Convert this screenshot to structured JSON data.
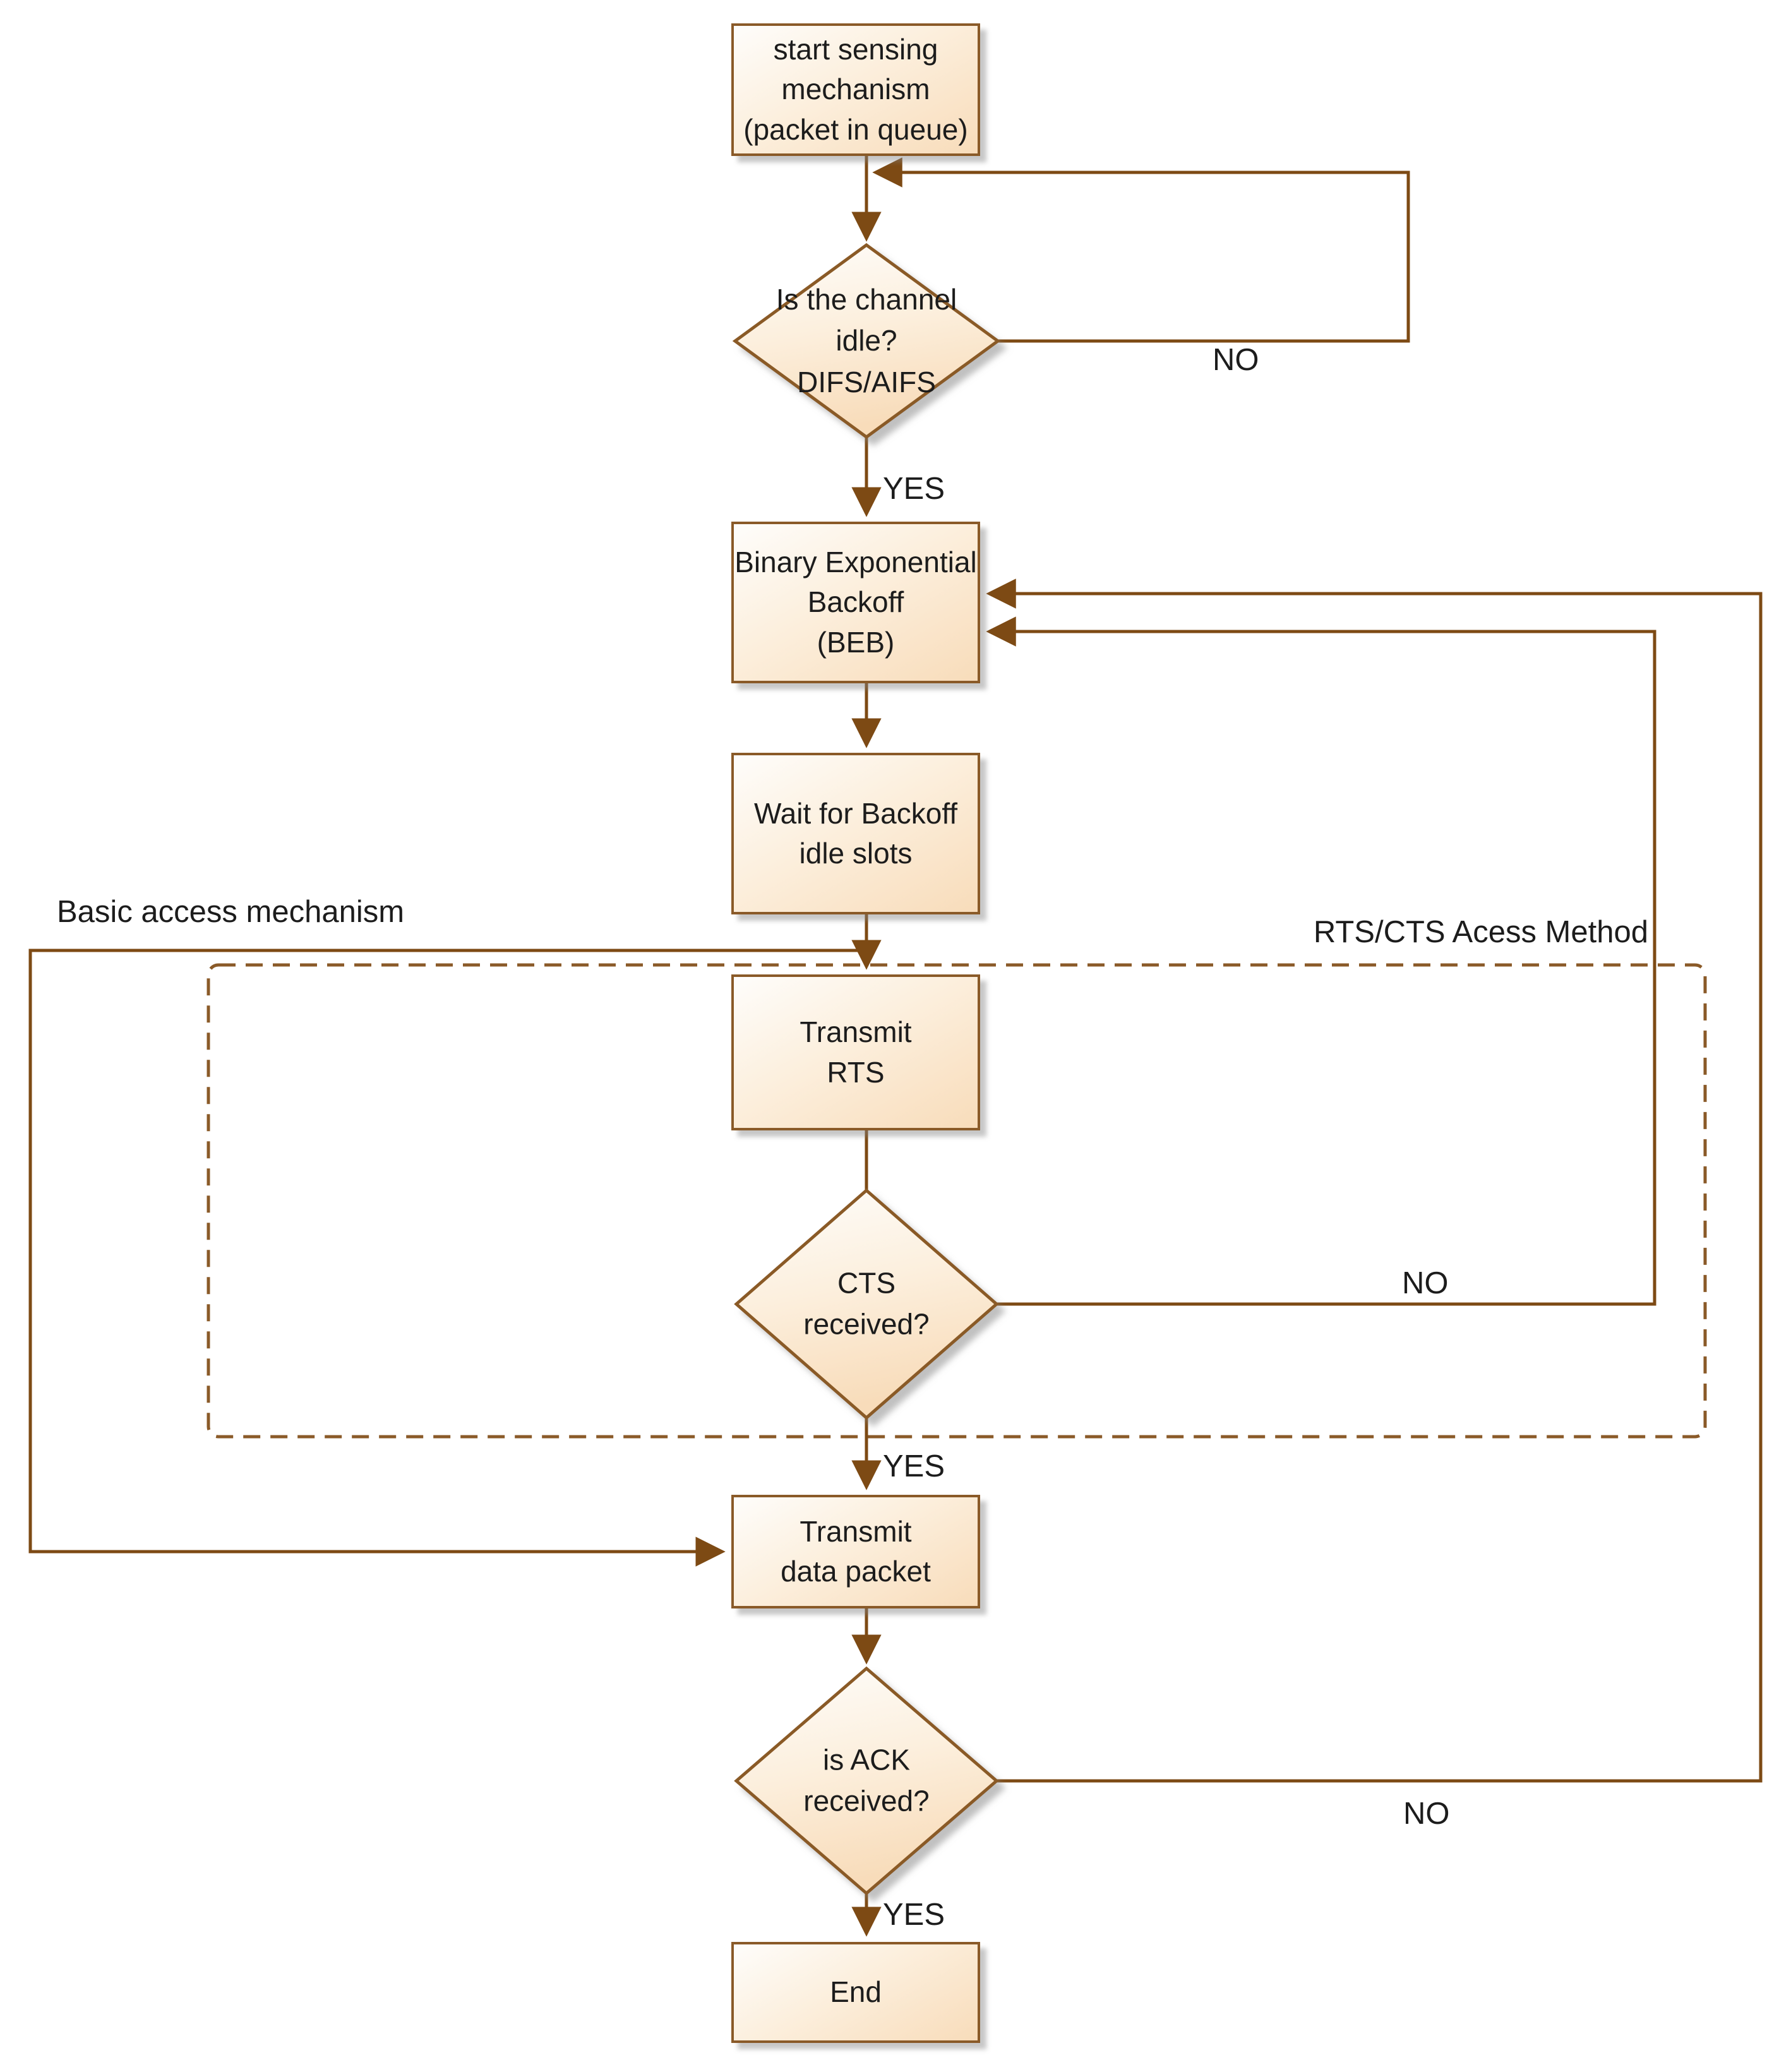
{
  "diagram": {
    "colors": {
      "node_fill_light": "#fdf8f0",
      "node_fill_dark": "#f8dcba",
      "node_border": "#8a5a28",
      "connector": "#7d4a14",
      "text": "#1c1c1c"
    },
    "nodes": {
      "start": {
        "label": "start sensing\nmechanism\n(packet in queue)",
        "type": "process"
      },
      "channel_idle": {
        "label": "Is the channel\nidle?\nDIFS/AIFS",
        "type": "decision"
      },
      "beb": {
        "label": "Binary Exponential\nBackoff\n(BEB)",
        "type": "process"
      },
      "wait_backoff": {
        "label": "Wait for Backoff\nidle slots",
        "type": "process"
      },
      "transmit_rts": {
        "label": "Transmit\nRTS",
        "type": "process"
      },
      "cts_received": {
        "label": "CTS\nreceived?",
        "type": "decision"
      },
      "transmit_data": {
        "label": "Transmit\ndata packet",
        "type": "process"
      },
      "ack_received": {
        "label": "is ACK\nreceived?",
        "type": "decision"
      },
      "end": {
        "label": "End",
        "type": "process"
      }
    },
    "edge_labels": {
      "channel_no": "NO",
      "channel_yes": "YES",
      "cts_no": "NO",
      "cts_yes": "YES",
      "ack_no": "NO",
      "ack_yes": "YES"
    },
    "regions": {
      "basic": "Basic access mechanism",
      "rtscts": "RTS/CTS Acess Method"
    },
    "edges": [
      {
        "from": "start",
        "to": "channel_idle",
        "label": ""
      },
      {
        "from": "channel_idle",
        "to": "start",
        "label": "NO"
      },
      {
        "from": "channel_idle",
        "to": "beb",
        "label": "YES"
      },
      {
        "from": "beb",
        "to": "wait_backoff",
        "label": ""
      },
      {
        "from": "wait_backoff",
        "to": "transmit_rts",
        "label": ""
      },
      {
        "from": "wait_backoff",
        "to": "transmit_data",
        "label": "Basic access mechanism"
      },
      {
        "from": "transmit_rts",
        "to": "cts_received",
        "label": ""
      },
      {
        "from": "cts_received",
        "to": "beb",
        "label": "NO"
      },
      {
        "from": "cts_received",
        "to": "transmit_data",
        "label": "YES"
      },
      {
        "from": "transmit_data",
        "to": "ack_received",
        "label": ""
      },
      {
        "from": "ack_received",
        "to": "beb",
        "label": "NO"
      },
      {
        "from": "ack_received",
        "to": "end",
        "label": "YES"
      }
    ]
  }
}
